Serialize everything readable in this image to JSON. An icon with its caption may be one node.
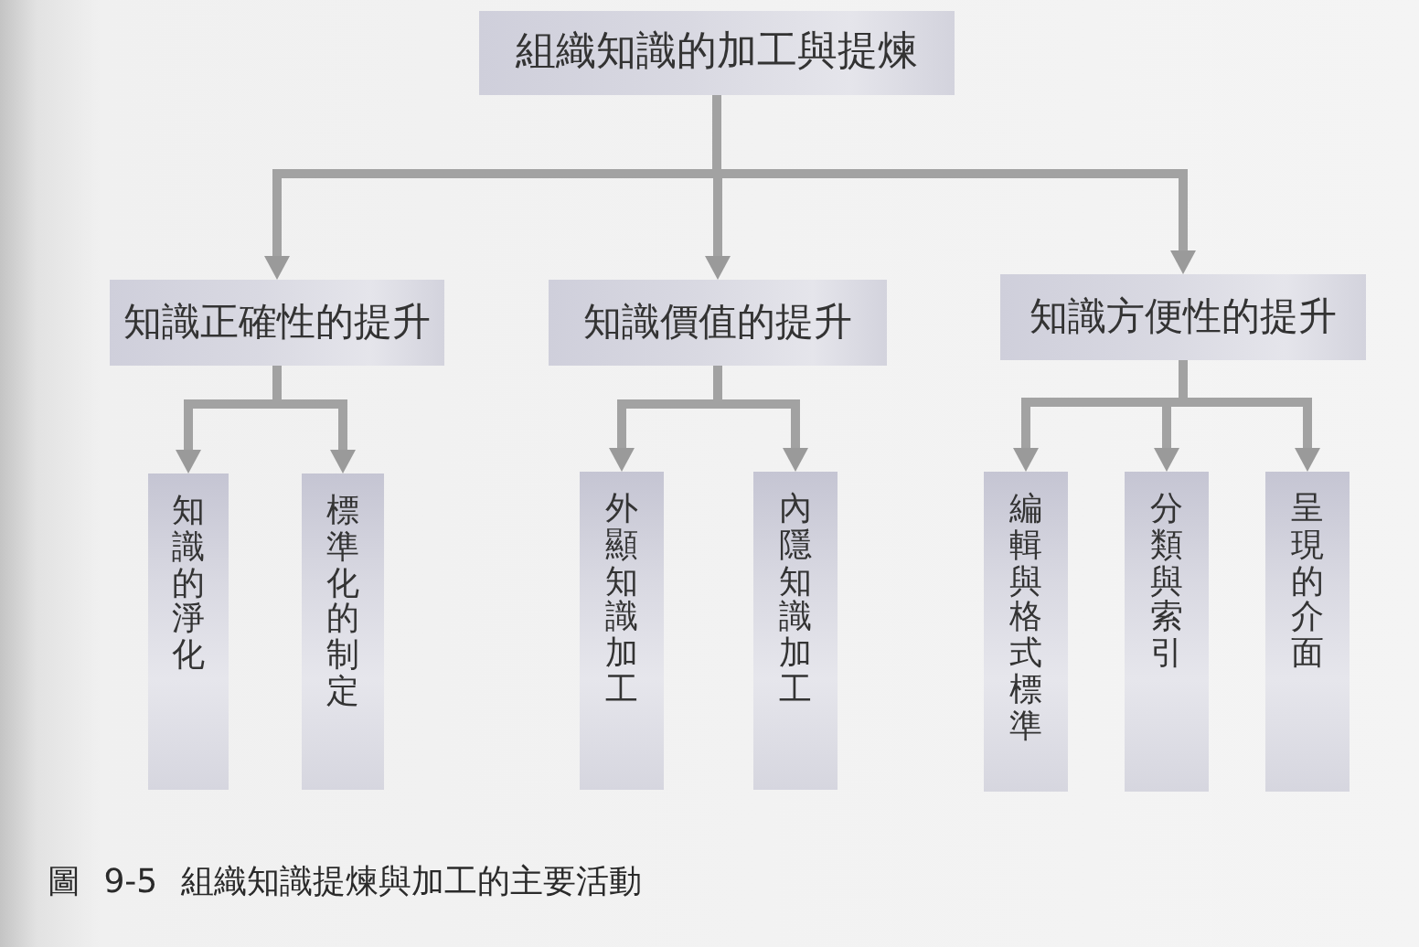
{
  "diagram": {
    "caption": "圖 9-5 組織知識提煉與加工的主要活動",
    "nodes": [
      {
        "text": [
          "組織知識的加工與提煉"
        ]
      },
      {
        "text": [
          "知識正確性的提升"
        ]
      },
      {
        "text": [
          "知識價值的提升"
        ]
      },
      {
        "text": [
          "知識方便性的提升"
        ]
      },
      {
        "text": [
          "知識的淨化"
        ]
      },
      {
        "text": [
          "標準化的制定"
        ]
      },
      {
        "text": [
          "外顯知識加工"
        ]
      },
      {
        "text": [
          "內隱知識加工"
        ]
      },
      {
        "text": [
          "編輯與格式標準"
        ]
      },
      {
        "text": [
          "分類與索引"
        ]
      },
      {
        "text": [
          "呈現的介面"
        ]
      }
    ],
    "edges": [
      {
        "from": 0,
        "to": 1,
        "arrow": "to"
      },
      {
        "from": 0,
        "to": 2,
        "arrow": "to"
      },
      {
        "from": 0,
        "to": 3,
        "arrow": "to"
      },
      {
        "from": 1,
        "to": 4,
        "arrow": "to"
      },
      {
        "from": 1,
        "to": 5,
        "arrow": "to"
      },
      {
        "from": 2,
        "to": 6,
        "arrow": "to"
      },
      {
        "from": 2,
        "to": 7,
        "arrow": "to"
      },
      {
        "from": 3,
        "to": 8,
        "arrow": "to"
      },
      {
        "from": 3,
        "to": 9,
        "arrow": "to"
      },
      {
        "from": 3,
        "to": 10,
        "arrow": "to"
      }
    ]
  }
}
